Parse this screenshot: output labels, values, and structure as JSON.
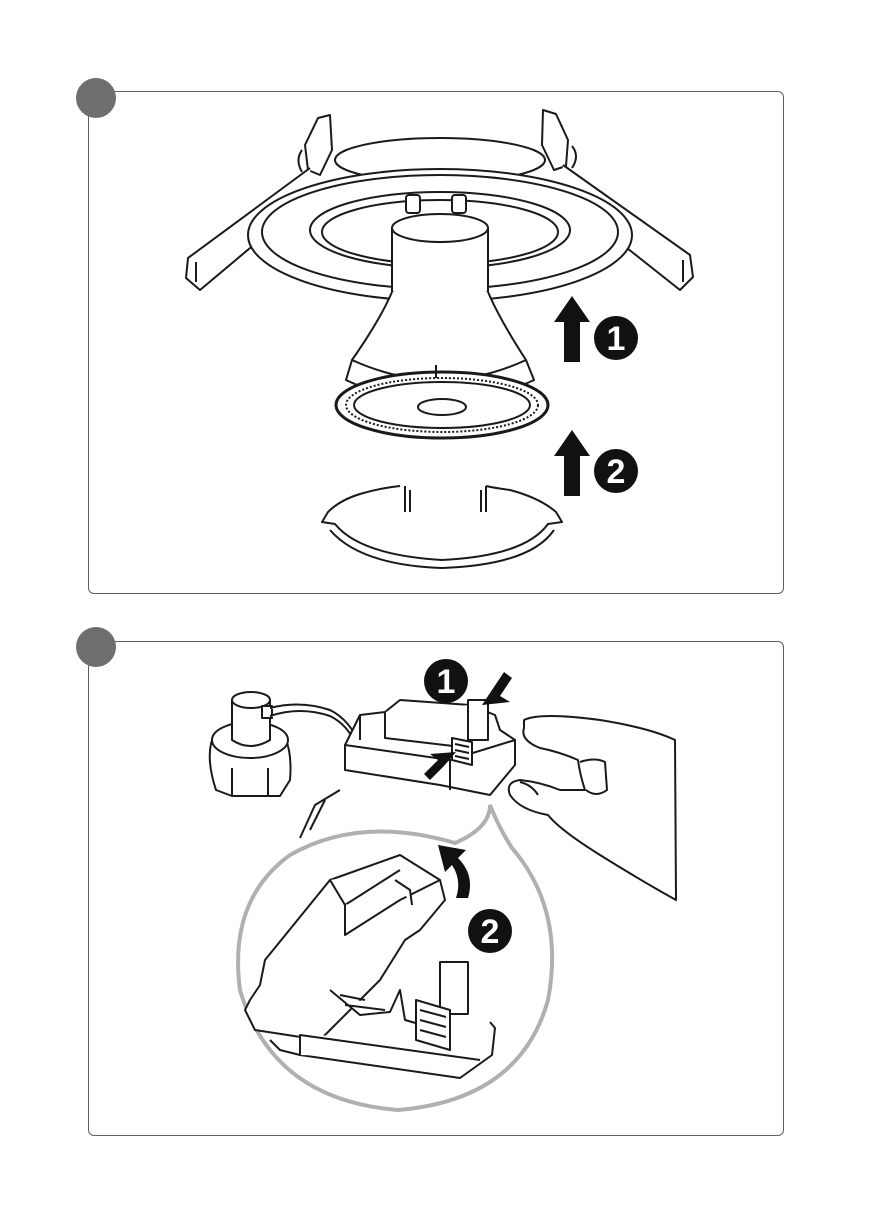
{
  "steps": [
    {
      "callouts": [
        "1",
        "2"
      ]
    },
    {
      "callouts": [
        "1",
        "2"
      ]
    }
  ],
  "colors": {
    "frame": "#5f5f5f",
    "step_dot": "#6e6e6e",
    "line_art": "#1a1a1a",
    "callout_fill": "#111111",
    "magnifier_outline": "#b0b0b0"
  },
  "icons": [
    "arrow-up-icon",
    "arrow-diagonal-icon",
    "arrow-curved-icon",
    "number-circle-icon"
  ]
}
